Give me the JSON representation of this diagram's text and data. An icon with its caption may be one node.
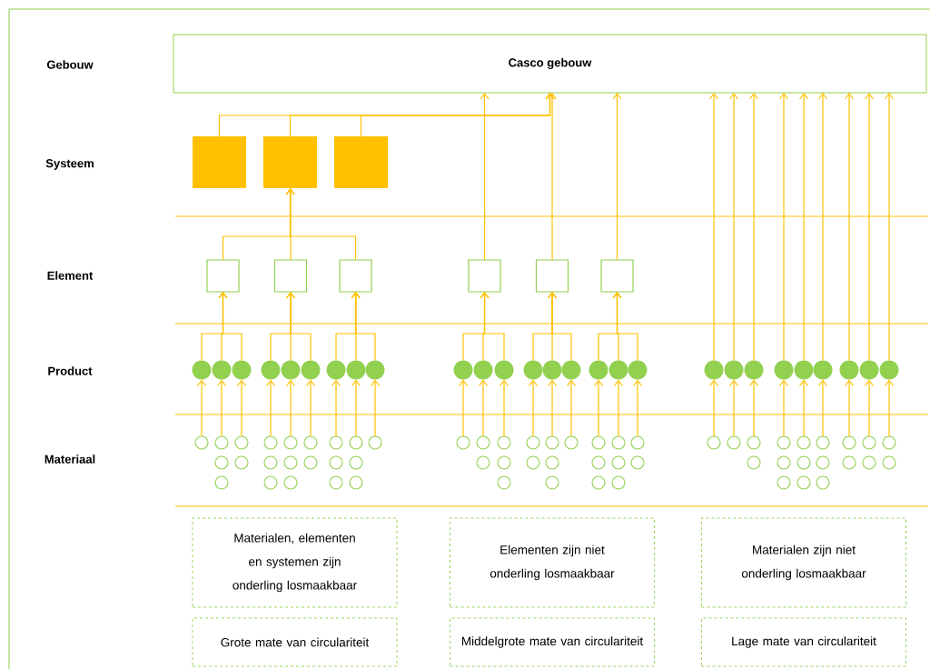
{
  "diagram": {
    "nodes": [
      {
        "text": [
          "Casco gebouw"
        ]
      },
      {
        "text": [],
        "shape": "box"
      },
      {
        "text": [],
        "shape": "box"
      },
      {
        "text": [],
        "shape": "box"
      },
      {
        "text": [],
        "shape": "box"
      },
      {
        "text": [],
        "shape": "box"
      },
      {
        "text": [],
        "shape": "box"
      },
      {
        "text": [],
        "shape": "box"
      },
      {
        "text": [],
        "shape": "box"
      },
      {
        "text": [],
        "shape": "box"
      },
      {
        "text": [],
        "shape": "circle"
      },
      {
        "text": [],
        "shape": "circle"
      },
      {
        "text": [],
        "shape": "circle"
      },
      {
        "text": [],
        "shape": "circle"
      },
      {
        "text": [],
        "shape": "circle"
      },
      {
        "text": [],
        "shape": "circle"
      },
      {
        "text": [],
        "shape": "circle"
      },
      {
        "text": [],
        "shape": "circle"
      },
      {
        "text": [],
        "shape": "circle"
      },
      {
        "text": [],
        "shape": "circle"
      },
      {
        "text": [],
        "shape": "circle"
      },
      {
        "text": [],
        "shape": "circle"
      },
      {
        "text": [],
        "shape": "circle"
      },
      {
        "text": [],
        "shape": "circle"
      },
      {
        "text": [],
        "shape": "circle"
      },
      {
        "text": [],
        "shape": "circle"
      },
      {
        "text": [],
        "shape": "circle"
      },
      {
        "text": [],
        "shape": "circle"
      },
      {
        "text": [],
        "shape": "circle"
      },
      {
        "text": [],
        "shape": "circle"
      },
      {
        "text": [],
        "shape": "circle"
      },
      {
        "text": [],
        "shape": "circle"
      },
      {
        "text": [],
        "shape": "circle"
      },
      {
        "text": [],
        "shape": "circle"
      },
      {
        "text": [],
        "shape": "circle"
      },
      {
        "text": [],
        "shape": "circle"
      },
      {
        "text": [],
        "shape": "circle"
      },
      {
        "text": [],
        "shape": "circle"
      },
      {
        "text": [],
        "shape": "circle"
      },
      {
        "text": [],
        "shape": "circle"
      },
      {
        "text": [],
        "shape": "circle"
      },
      {
        "text": [],
        "shape": "circle"
      },
      {
        "text": [],
        "shape": "circle"
      },
      {
        "text": [],
        "shape": "circle"
      },
      {
        "text": [],
        "shape": "circle"
      },
      {
        "text": [],
        "shape": "circle"
      },
      {
        "text": [],
        "shape": "circle"
      },
      {
        "text": [],
        "shape": "circle"
      },
      {
        "text": [],
        "shape": "circle"
      },
      {
        "text": [],
        "shape": "circle"
      },
      {
        "text": [],
        "shape": "circle"
      },
      {
        "text": [],
        "shape": "circle"
      },
      {
        "text": [],
        "shape": "circle"
      },
      {
        "text": [],
        "shape": "circle"
      },
      {
        "text": [],
        "shape": "circle"
      },
      {
        "text": [],
        "shape": "circle"
      },
      {
        "text": [],
        "shape": "circle"
      },
      {
        "text": [],
        "shape": "circle"
      },
      {
        "text": [],
        "shape": "circle"
      },
      {
        "text": [],
        "shape": "circle"
      },
      {
        "text": [],
        "shape": "circle"
      },
      {
        "text": [],
        "shape": "circle"
      },
      {
        "text": [],
        "shape": "circle"
      },
      {
        "text": [],
        "shape": "circle"
      },
      {
        "text": [],
        "shape": "circle"
      },
      {
        "text": [],
        "shape": "circle"
      },
      {
        "text": [],
        "shape": "circle"
      },
      {
        "text": [],
        "shape": "circle"
      },
      {
        "text": [],
        "shape": "circle"
      },
      {
        "text": [],
        "shape": "circle"
      },
      {
        "text": [],
        "shape": "circle"
      },
      {
        "text": [],
        "shape": "circle"
      },
      {
        "text": [],
        "shape": "circle"
      },
      {
        "text": [],
        "shape": "circle"
      },
      {
        "text": [],
        "shape": "circle"
      },
      {
        "text": [],
        "shape": "circle"
      },
      {
        "text": [],
        "shape": "circle"
      },
      {
        "text": [],
        "shape": "circle"
      },
      {
        "text": [],
        "shape": "circle"
      },
      {
        "text": [],
        "shape": "circle"
      },
      {
        "text": [],
        "shape": "circle"
      },
      {
        "text": [],
        "shape": "circle"
      },
      {
        "text": [],
        "shape": "circle"
      },
      {
        "text": [],
        "shape": "circle"
      },
      {
        "text": [],
        "shape": "circle"
      },
      {
        "text": [],
        "shape": "circle"
      },
      {
        "text": [],
        "shape": "circle"
      },
      {
        "text": [],
        "shape": "circle"
      },
      {
        "text": [],
        "shape": "circle"
      },
      {
        "text": [],
        "shape": "circle"
      },
      {
        "text": [],
        "shape": "circle"
      },
      {
        "text": [],
        "shape": "circle"
      },
      {
        "text": [],
        "shape": "circle"
      },
      {
        "text": [],
        "shape": "circle"
      },
      {
        "text": [],
        "shape": "circle"
      },
      {
        "text": [],
        "shape": "circle"
      },
      {
        "text": [],
        "shape": "circle"
      },
      {
        "text": [
          "Materialen, elementen en systemen zijn onderling losmaakbaar"
        ]
      },
      {
        "text": [
          "Elementen zijn niet onderling losmaakbaar"
        ]
      },
      {
        "text": [
          "Materialen zijn niet onderling losmaakbaar"
        ]
      },
      {
        "text": [
          "Grote mate van circulariteit"
        ]
      },
      {
        "text": [
          "Middelgrote mate van circulariteit"
        ]
      },
      {
        "text": [
          "Lage mate van circulariteit"
        ]
      }
    ],
    "edges": [
      {
        "from": 1,
        "to": 0,
        "arrow": "to"
      },
      {
        "from": 2,
        "to": 0,
        "arrow": "to"
      },
      {
        "from": 3,
        "to": 0,
        "arrow": "to"
      },
      {
        "from": 4,
        "to": 2,
        "arrow": "to"
      },
      {
        "from": 5,
        "to": 2,
        "arrow": "to"
      },
      {
        "from": 6,
        "to": 2,
        "arrow": "to"
      },
      {
        "from": 7,
        "to": 0,
        "arrow": "to"
      },
      {
        "from": 8,
        "to": 0,
        "arrow": "to"
      },
      {
        "from": 9,
        "to": 0,
        "arrow": "to"
      },
      {
        "from": 10,
        "to": 4,
        "arrow": "to"
      },
      {
        "from": 11,
        "to": 4,
        "arrow": "to"
      },
      {
        "from": 12,
        "to": 4,
        "arrow": "to"
      },
      {
        "from": 13,
        "to": 5,
        "arrow": "to"
      },
      {
        "from": 14,
        "to": 5,
        "arrow": "to"
      },
      {
        "from": 15,
        "to": 5,
        "arrow": "to"
      },
      {
        "from": 16,
        "to": 6,
        "arrow": "to"
      },
      {
        "from": 17,
        "to": 6,
        "arrow": "to"
      },
      {
        "from": 18,
        "to": 6,
        "arrow": "to"
      },
      {
        "from": 19,
        "to": 7,
        "arrow": "to"
      },
      {
        "from": 20,
        "to": 7,
        "arrow": "to"
      },
      {
        "from": 21,
        "to": 7,
        "arrow": "to"
      },
      {
        "from": 22,
        "to": 8,
        "arrow": "to"
      },
      {
        "from": 23,
        "to": 8,
        "arrow": "to"
      },
      {
        "from": 24,
        "to": 8,
        "arrow": "to"
      },
      {
        "from": 25,
        "to": 9,
        "arrow": "to"
      },
      {
        "from": 26,
        "to": 9,
        "arrow": "to"
      },
      {
        "from": 27,
        "to": 9,
        "arrow": "to"
      },
      {
        "from": 28,
        "to": 0,
        "arrow": "to"
      },
      {
        "from": 29,
        "to": 0,
        "arrow": "to"
      },
      {
        "from": 30,
        "to": 0,
        "arrow": "to"
      },
      {
        "from": 31,
        "to": 0,
        "arrow": "to"
      },
      {
        "from": 32,
        "to": 0,
        "arrow": "to"
      },
      {
        "from": 33,
        "to": 0,
        "arrow": "to"
      },
      {
        "from": 34,
        "to": 0,
        "arrow": "to"
      },
      {
        "from": 35,
        "to": 0,
        "arrow": "to"
      },
      {
        "from": 36,
        "to": 0,
        "arrow": "to"
      },
      {
        "from": 37,
        "to": 10,
        "arrow": "to"
      },
      {
        "from": 38,
        "to": 11,
        "arrow": "to"
      },
      {
        "from": 39,
        "to": 12,
        "arrow": "to"
      },
      {
        "from": 40,
        "to": 13,
        "arrow": "to"
      },
      {
        "from": 41,
        "to": 14,
        "arrow": "to"
      },
      {
        "from": 42,
        "to": 15,
        "arrow": "to"
      },
      {
        "from": 43,
        "to": 16,
        "arrow": "to"
      },
      {
        "from": 44,
        "to": 17,
        "arrow": "to"
      },
      {
        "from": 45,
        "to": 18,
        "arrow": "to"
      },
      {
        "from": 46,
        "to": 19,
        "arrow": "to"
      },
      {
        "from": 47,
        "to": 20,
        "arrow": "to"
      },
      {
        "from": 48,
        "to": 21,
        "arrow": "to"
      },
      {
        "from": 49,
        "to": 22,
        "arrow": "to"
      },
      {
        "from": 50,
        "to": 23,
        "arrow": "to"
      },
      {
        "from": 51,
        "to": 24,
        "arrow": "to"
      },
      {
        "from": 52,
        "to": 25,
        "arrow": "to"
      },
      {
        "from": 53,
        "to": 26,
        "arrow": "to"
      },
      {
        "from": 54,
        "to": 27,
        "arrow": "to"
      },
      {
        "from": 55,
        "to": 28,
        "arrow": "to"
      },
      {
        "from": 56,
        "to": 29,
        "arrow": "to"
      },
      {
        "from": 57,
        "to": 30,
        "arrow": "to"
      },
      {
        "from": 58,
        "to": 31,
        "arrow": "to"
      },
      {
        "from": 59,
        "to": 32,
        "arrow": "to"
      },
      {
        "from": 60,
        "to": 33,
        "arrow": "to"
      },
      {
        "from": 61,
        "to": 34,
        "arrow": "to"
      },
      {
        "from": 62,
        "to": 35,
        "arrow": "to"
      },
      {
        "from": 63,
        "to": 36,
        "arrow": "to"
      }
    ],
    "labels": [
      "Gebouw",
      "Systeem",
      "Element",
      "Product",
      "Materiaal"
    ]
  }
}
